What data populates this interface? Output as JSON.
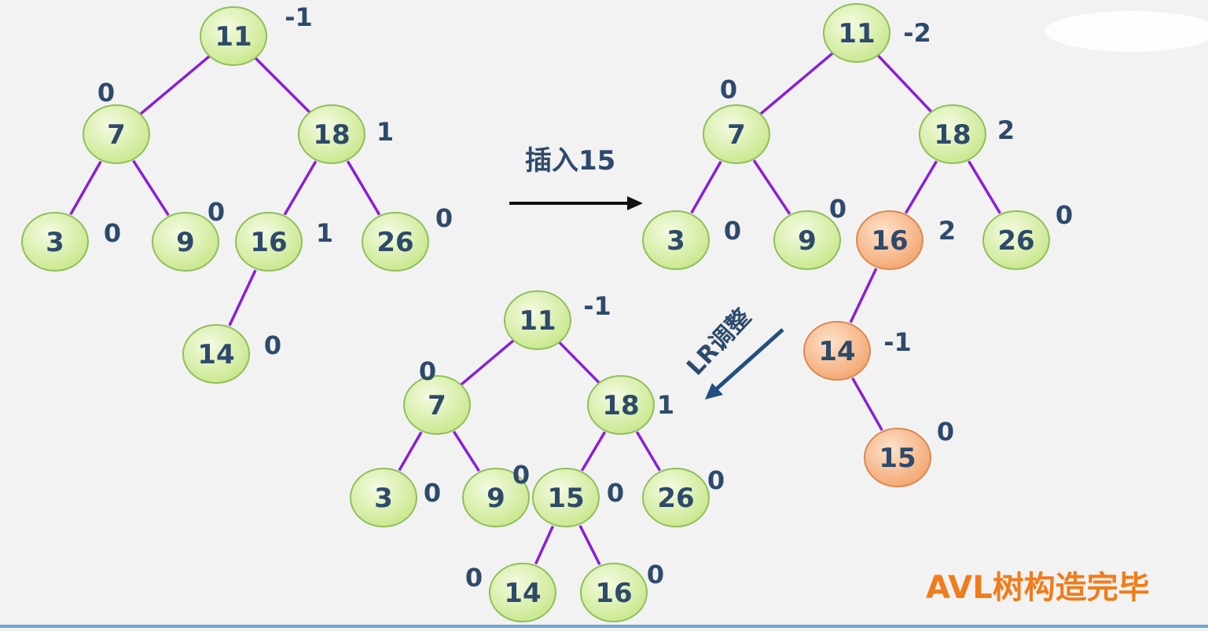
{
  "colors": {
    "edge": "#8a1fd6",
    "node_normal_fill": "#d8f1a6",
    "node_normal_stroke": "#8fbf5c",
    "node_highlight_fill": "#f7b98b",
    "node_highlight_stroke": "#d98a52",
    "label": "#2e4a6b",
    "caption_orange": "#f07c1b",
    "arrow_black": "#111111",
    "arrow_blue": "#234f80"
  },
  "captions": {
    "insert": "插入15",
    "adjust": "LR调整",
    "done": "AVL树构造完毕"
  },
  "trees": [
    {
      "id": "tree-before",
      "nodes": [
        {
          "key": "11",
          "bf": "-1"
        },
        {
          "key": "7",
          "bf": "0"
        },
        {
          "key": "18",
          "bf": "1"
        },
        {
          "key": "3",
          "bf": "0"
        },
        {
          "key": "9",
          "bf": "0"
        },
        {
          "key": "16",
          "bf": "1"
        },
        {
          "key": "26",
          "bf": "0"
        },
        {
          "key": "14",
          "bf": "0"
        }
      ]
    },
    {
      "id": "tree-inserted",
      "nodes": [
        {
          "key": "11",
          "bf": "-2"
        },
        {
          "key": "7",
          "bf": "0"
        },
        {
          "key": "18",
          "bf": "2"
        },
        {
          "key": "3",
          "bf": "0"
        },
        {
          "key": "9",
          "bf": "0"
        },
        {
          "key": "16",
          "bf": "2",
          "highlight": true
        },
        {
          "key": "26",
          "bf": "0"
        },
        {
          "key": "14",
          "bf": "-1",
          "highlight": true
        },
        {
          "key": "15",
          "bf": "0",
          "highlight": true
        }
      ]
    },
    {
      "id": "tree-balanced",
      "nodes": [
        {
          "key": "11",
          "bf": "-1"
        },
        {
          "key": "7",
          "bf": "0"
        },
        {
          "key": "18",
          "bf": "1"
        },
        {
          "key": "3",
          "bf": "0"
        },
        {
          "key": "9",
          "bf": "0"
        },
        {
          "key": "15",
          "bf": "0"
        },
        {
          "key": "26",
          "bf": "0"
        },
        {
          "key": "14",
          "bf": "0"
        },
        {
          "key": "16",
          "bf": "0"
        }
      ]
    }
  ]
}
